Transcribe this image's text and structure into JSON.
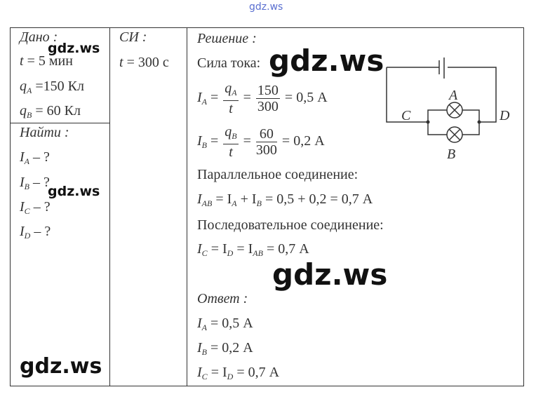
{
  "site_watermark": "gdz.ws",
  "given": {
    "title": "Дано :",
    "t": "t",
    "t_val": "= 5 мин",
    "q": "q",
    "qa_sub": "A",
    "qa_val": "=150 Кл",
    "qb_sub": "B",
    "qb_val": "= 60 Кл"
  },
  "si": {
    "title": "СИ :",
    "t": "t",
    "t_val": "= 300 с"
  },
  "find": {
    "title": "Найти :",
    "I": "I",
    "items": [
      {
        "sub": "A",
        "rest": "– ?"
      },
      {
        "sub": "B",
        "rest": "– ?"
      },
      {
        "sub": "C",
        "rest": "– ?"
      },
      {
        "sub": "D",
        "rest": "– ?"
      }
    ]
  },
  "solution": {
    "title": "Решение :",
    "current_label": "Сила тока:",
    "ia": {
      "lhs": "I",
      "lhs_sub": "A",
      "eq1": "=",
      "num": "q",
      "num_sub": "A",
      "den": "t",
      "eq2": "=",
      "num2": "150",
      "den2": "300",
      "result": "= 0,5 А"
    },
    "ib": {
      "lhs": "I",
      "lhs_sub": "B",
      "eq1": "=",
      "num": "q",
      "num_sub": "B",
      "den": "t",
      "eq2": "=",
      "num2": "60",
      "den2": "300",
      "result": "= 0,2 А"
    },
    "parallel_label": "Параллельное соединение:",
    "parallel": {
      "a": "I",
      "a_sub": "AB",
      "b": "= I",
      "b_sub": "A",
      "c": "+ I",
      "c_sub": "B",
      "rest": "= 0,5 + 0,2 = 0,7 А"
    },
    "series_label": "Последовательное соединение:",
    "series": {
      "a": "I",
      "a_sub": "C",
      "b": "= I",
      "b_sub": "D",
      "c": "= I",
      "c_sub": "AB",
      "rest": "= 0,7 А"
    },
    "answer_title": "Ответ :",
    "answers": [
      {
        "a": "I",
        "a_sub": "A",
        "rest": "= 0,5 А"
      },
      {
        "a": "I",
        "a_sub": "B",
        "rest": "= 0,2 А"
      }
    ],
    "answer3": {
      "a": "I",
      "a_sub": "C",
      "b": "= I",
      "b_sub": "D",
      "rest": "= 0,7 А"
    }
  },
  "circuit": {
    "labels": {
      "a": "A",
      "b": "B",
      "c": "C",
      "d": "D"
    }
  }
}
